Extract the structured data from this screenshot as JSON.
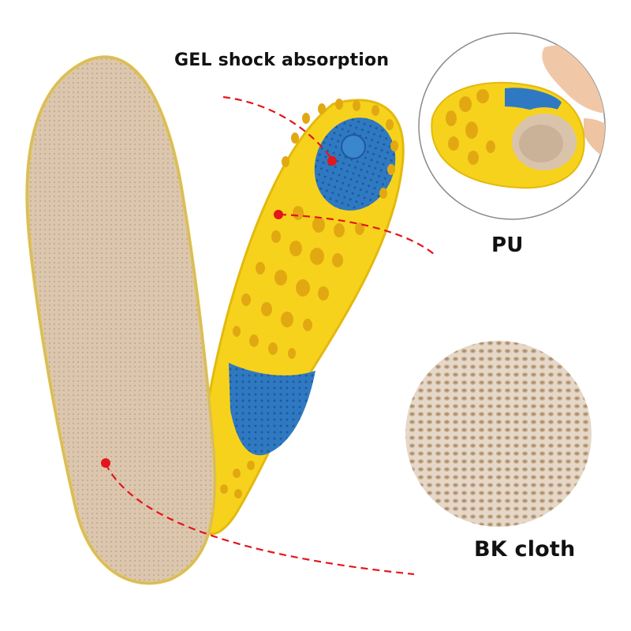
{
  "labels": {
    "gel": "GEL shock absorption",
    "pu": "PU",
    "cloth": "BK cloth"
  },
  "colors": {
    "background": "#ffffff",
    "fabric": "#dcc7ae",
    "pu_yellow": "#f7d21c",
    "gel_blue": "#2f79c3",
    "callout_red": "#e3161b",
    "text": "#111111"
  },
  "icons": {
    "callout_marker": "red-dot",
    "callout_line": "red-dashed-line"
  }
}
